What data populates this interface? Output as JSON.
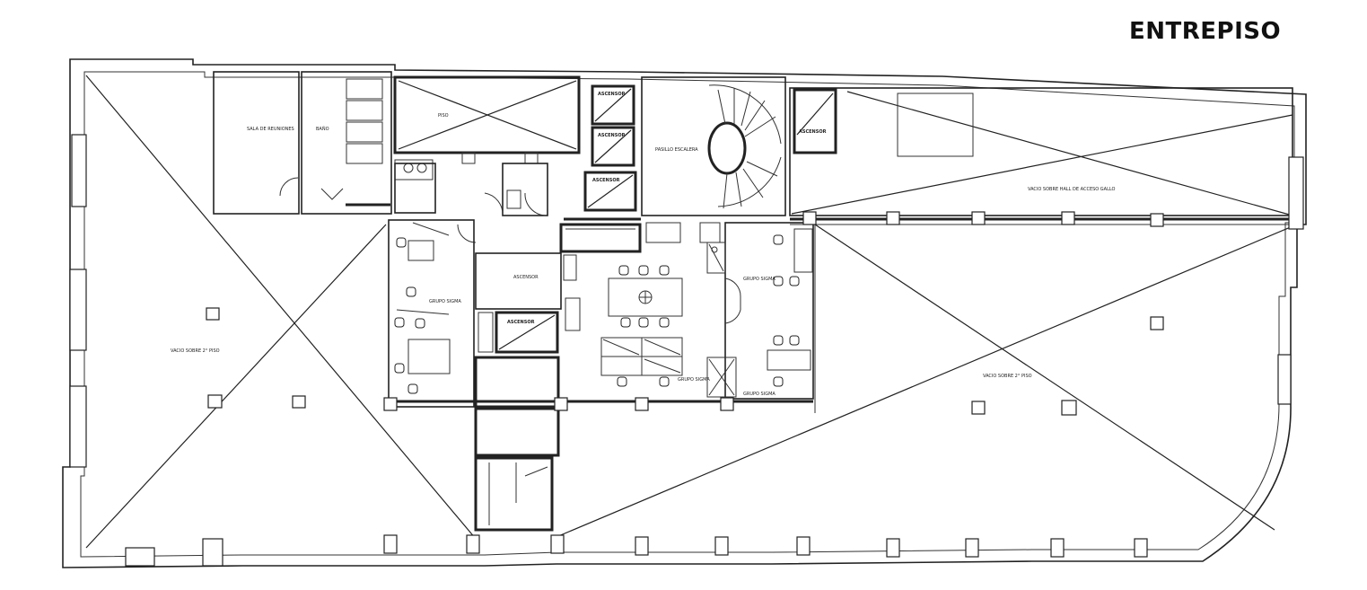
{
  "title": "ENTREPISO",
  "rooms": {
    "sala_reuniones": "SALA DE REUNIONES",
    "bano": "BAÑO",
    "piso": "PISO",
    "ascensor_1": "ASCENSOR",
    "ascensor_2": "ASCENSOR",
    "ascensor_3": "ASCENSOR",
    "ascensor_4": "ASCENSOR",
    "ascensor_5": "ASCENSOR",
    "ascensor_6": "ASCENSOR",
    "pasillo_escalera": "PASILLO ESCALERA",
    "vacio_hall": "VACIO SOBRE HALL DE ACCESO GALLO",
    "vacio_izq": "VACIO SOBRE 2° PISO",
    "vacio_der": "VACIO SOBRE 2° PISO",
    "grupo_1": "GRUPO SIGMA",
    "grupo_2": "GRUPO SIGMA",
    "grupo_3": "GRUPO SIGMA",
    "grupo_4": "GRUPO SIGMA"
  }
}
